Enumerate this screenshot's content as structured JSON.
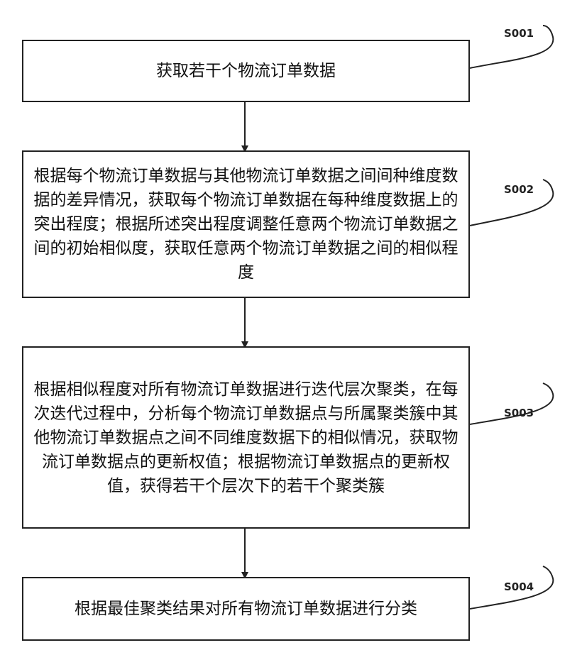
{
  "steps": [
    {
      "id": "S001",
      "text": "获取若干个物流订单数据"
    },
    {
      "id": "S002",
      "text": "根据每个物流订单数据与其他物流订单数据之间间种维度数据的差异情况，获取每个物流订单数据在每种维度数据上的突出程度；根据所述突出程度调整任意两个物流订单数据之间的初始相似度，获取任意两个物流订单数据之间的相似程度"
    },
    {
      "id": "S003",
      "text": "根据相似程度对所有物流订单数据进行迭代层次聚类，在每次迭代过程中，分析每个物流订单数据点与所属聚类簇中其他物流订单数据点之间不同维度数据下的相似情况，获取物流订单数据点的更新权值；根据物流订单数据点的更新权值，获得若干个层次下的若干个聚类簇"
    },
    {
      "id": "S004",
      "text": "根据最佳聚类结果对所有物流订单数据进行分类"
    }
  ]
}
